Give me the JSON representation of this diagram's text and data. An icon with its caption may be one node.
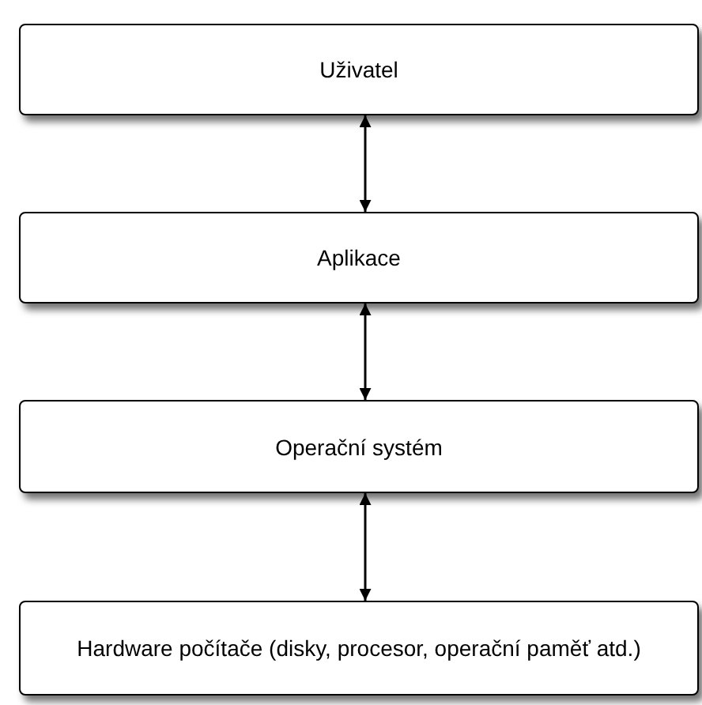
{
  "diagram": {
    "nodes": [
      {
        "text": [
          "Uživatel"
        ]
      },
      {
        "text": [
          "Aplikace"
        ]
      },
      {
        "text": [
          "Operační systém"
        ]
      },
      {
        "text": [
          "Hardware počítače (disky, procesor, operační paměť atd.)"
        ]
      }
    ],
    "edges": [
      {
        "from": 0,
        "to": 1,
        "arrow": "both"
      },
      {
        "from": 1,
        "to": 2,
        "arrow": "both"
      },
      {
        "from": 2,
        "to": 3,
        "arrow": "both"
      }
    ]
  }
}
